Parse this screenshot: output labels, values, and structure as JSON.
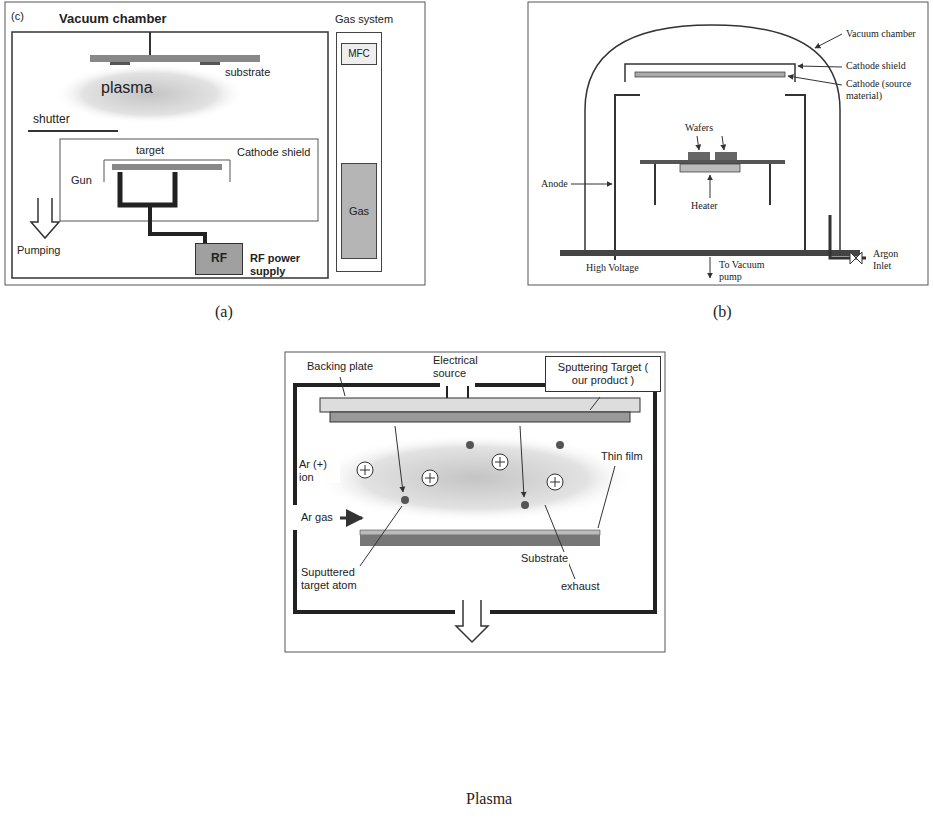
{
  "diagram": {
    "nodes": [
      {
        "text": [
          "Gas system"
        ]
      },
      {
        "text": [
          "MFC"
        ],
        "in": 0
      },
      {
        "text": [
          "Gas"
        ],
        "in": 0
      },
      {
        "text": [
          "RF",
          "RF power supply"
        ]
      },
      {
        "text": [
          "Sputtering Target ( our product )"
        ]
      }
    ],
    "edges": [
      {
        "from": 2,
        "to": 1,
        "arrow": "none"
      }
    ],
    "labels": [
      "Vacuum chamber",
      "substrate",
      "plasma",
      "shutter",
      "target",
      "Cathode shield",
      "Gun",
      "Pumping",
      "(a)",
      "Vacuum chamber",
      "Cathode shield",
      "Cathode (source material)",
      "Anode",
      "Wafers",
      "Heater",
      "High Voltage",
      "To Vacuum pump",
      "Argon Inlet",
      "(b)",
      "Backing plate",
      "Electrical source",
      "Ar (+) ion",
      "Thin film",
      "Ar gas",
      "Substrate",
      "Suputtered target atom",
      "exhaust",
      "Plasma",
      "(c)"
    ]
  }
}
